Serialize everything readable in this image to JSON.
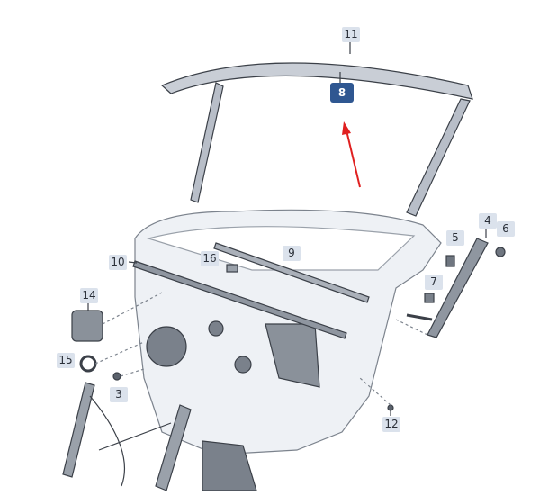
{
  "diagram": {
    "title": "Door assembly exploded parts diagram",
    "highlight_color": "#2f5791",
    "arrow_color": "#e02020",
    "callouts": [
      {
        "id": "11",
        "label": "11"
      },
      {
        "id": "8",
        "label": "8",
        "highlighted": true
      },
      {
        "id": "10",
        "label": "10"
      },
      {
        "id": "16",
        "label": "16"
      },
      {
        "id": "9",
        "label": "9"
      },
      {
        "id": "5",
        "label": "5"
      },
      {
        "id": "4",
        "label": "4"
      },
      {
        "id": "6",
        "label": "6"
      },
      {
        "id": "14",
        "label": "14"
      },
      {
        "id": "7",
        "label": "7"
      },
      {
        "id": "15",
        "label": "15"
      },
      {
        "id": "3",
        "label": "3"
      },
      {
        "id": "12",
        "label": "12"
      }
    ]
  }
}
